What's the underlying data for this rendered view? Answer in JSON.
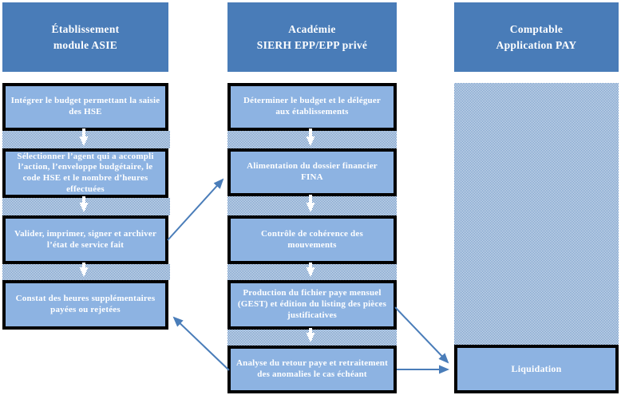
{
  "diagram_type": "flowchart",
  "colors": {
    "header_fill": "#497cb8",
    "box_fill": "#8db3e2",
    "box_border": "#000000",
    "checker_blue": "#4a7db9",
    "connector_blue": "#4a7db9",
    "flow_arrow_white": "#ffffff",
    "text": "#ffffff",
    "background": "#ffffff"
  },
  "columns": [
    {
      "id": "etablissement",
      "header_lines": [
        "Établissement",
        "module ASIE"
      ],
      "boxes": [
        {
          "id": "integrer-budget",
          "label": "Intégrer le budget permettant la saisie des HSE"
        },
        {
          "id": "selectionner-agent",
          "label": "Sélectionner l’agent qui a accompli l’action, l’enveloppe budgétaire, le code HSE et le nombre d’heures effectuées"
        },
        {
          "id": "valider-imprimer-signer",
          "label": "Valider, imprimer, signer et archiver l’état de service fait"
        },
        {
          "id": "constat-heures",
          "label": "Constat des heures supplémentaires payées ou rejetées"
        }
      ]
    },
    {
      "id": "academie",
      "header_lines": [
        "Académie",
        "SIERH EPP/EPP privé"
      ],
      "boxes": [
        {
          "id": "determiner-budget",
          "label": "Déterminer le budget et le déléguer aux établissements"
        },
        {
          "id": "alimentation-fina",
          "label": "Alimentation du dossier financier FINA"
        },
        {
          "id": "controle-coherence",
          "label": "Contrôle de cohérence des mouvements"
        },
        {
          "id": "production-fichier-paye",
          "label": "Production du fichier paye mensuel (GEST) et édition du listing des pièces justificatives"
        },
        {
          "id": "analyse-retour-paye",
          "label": "Analyse du retour paye et retraitement des anomalies le cas échéant"
        }
      ]
    },
    {
      "id": "comptable",
      "header_lines": [
        "Comptable",
        "Application PAY"
      ],
      "boxes": [
        {
          "id": "liquidation",
          "label": "Liquidation"
        }
      ]
    }
  ],
  "flow_arrows": [
    {
      "column": "etablissement",
      "from": "integrer-budget",
      "to": "selectionner-agent"
    },
    {
      "column": "etablissement",
      "from": "selectionner-agent",
      "to": "valider-imprimer-signer"
    },
    {
      "column": "etablissement",
      "from": "valider-imprimer-signer",
      "to": "constat-heures"
    },
    {
      "column": "academie",
      "from": "determiner-budget",
      "to": "alimentation-fina"
    },
    {
      "column": "academie",
      "from": "alimentation-fina",
      "to": "controle-coherence"
    },
    {
      "column": "academie",
      "from": "controle-coherence",
      "to": "production-fichier-paye"
    },
    {
      "column": "academie",
      "from": "production-fichier-paye",
      "to": "analyse-retour-paye"
    }
  ],
  "connections": [
    {
      "from": "valider-imprimer-signer",
      "to": "alimentation-fina"
    },
    {
      "from": "analyse-retour-paye",
      "to": "constat-heures"
    },
    {
      "from": "production-fichier-paye",
      "to": "liquidation"
    },
    {
      "from": "analyse-retour-paye",
      "to": "liquidation"
    }
  ]
}
